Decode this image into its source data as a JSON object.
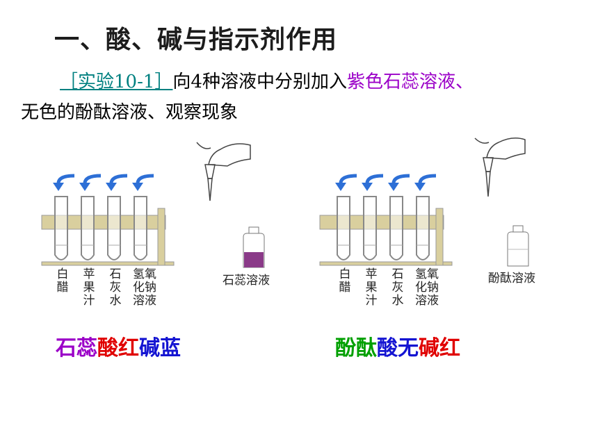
{
  "title": "一、酸、碱与指示剂作用",
  "intro": {
    "experiment_link": "［实验10-1］",
    "text1": "向4种溶液中分别加入",
    "highlight": "紫色石蕊溶液、",
    "text2": "无色的酚酞溶液、观察现象"
  },
  "left_panel": {
    "tube_labels": [
      "白醋",
      "苹果汁",
      "石灰水",
      "氢氧化钠溶液"
    ],
    "bottle_label": "石蕊溶液"
  },
  "right_panel": {
    "tube_labels": [
      "白醋",
      "苹果汁",
      "石灰水",
      "氢氧化钠溶液"
    ],
    "bottle_label": "酚酞溶液"
  },
  "summary_left": [
    {
      "text": "石蕊",
      "color": "#9b00c8"
    },
    {
      "text": "酸红",
      "color": "#e00000"
    },
    {
      "text": "碱蓝",
      "color": "#1414d2"
    }
  ],
  "summary_right": [
    {
      "text": "酚酞",
      "color": "#00a000"
    },
    {
      "text": "酸无",
      "color": "#1414d2"
    },
    {
      "text": "碱红",
      "color": "#e00000"
    }
  ],
  "colors": {
    "arrow": "#2d6fd6",
    "litmus": "#8a3a88",
    "rack": "#d9cf9e"
  }
}
